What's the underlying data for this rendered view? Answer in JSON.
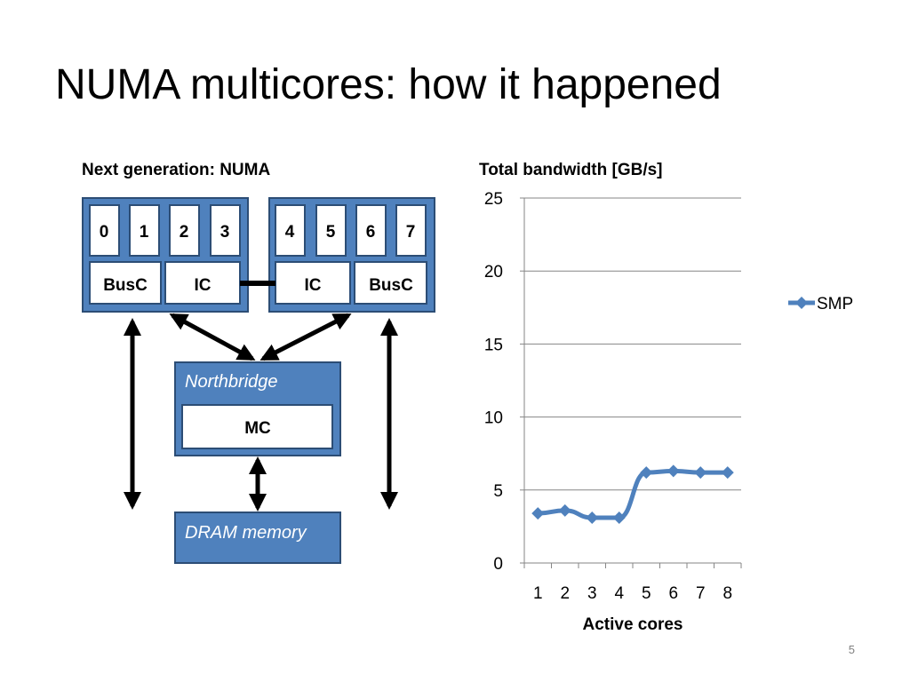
{
  "slide": {
    "title": "NUMA multicores: how it happened",
    "page_number": "5"
  },
  "diagram": {
    "heading": "Next generation: NUMA",
    "socket_left": {
      "cores": [
        "0",
        "1",
        "2",
        "3"
      ],
      "busc_label": "BusC",
      "ic_label": "IC"
    },
    "socket_right": {
      "cores": [
        "4",
        "5",
        "6",
        "7"
      ],
      "ic_label": "IC",
      "busc_label": "BusC"
    },
    "northbridge": {
      "label": "Northbridge",
      "mc_label": "MC"
    },
    "dram": {
      "label": "DRAM memory"
    },
    "colors": {
      "block_fill": "#4f81bd",
      "block_border": "#2c4d75",
      "inner_fill": "#ffffff",
      "arrow": "#000000"
    }
  },
  "chart_data": {
    "type": "line",
    "title": "Total bandwidth [GB/s]",
    "xlabel": "Active cores",
    "ylabel": "",
    "x": [
      1,
      2,
      3,
      4,
      5,
      6,
      7,
      8
    ],
    "ylim": [
      0,
      25
    ],
    "yticks": [
      0,
      5,
      10,
      15,
      20,
      25
    ],
    "grid": true,
    "legend": "right",
    "series": [
      {
        "name": "SMP",
        "color": "#4f81bd",
        "marker": "diamond",
        "values": [
          3.4,
          3.6,
          3.1,
          3.1,
          6.2,
          6.3,
          6.2,
          6.2
        ]
      }
    ]
  }
}
